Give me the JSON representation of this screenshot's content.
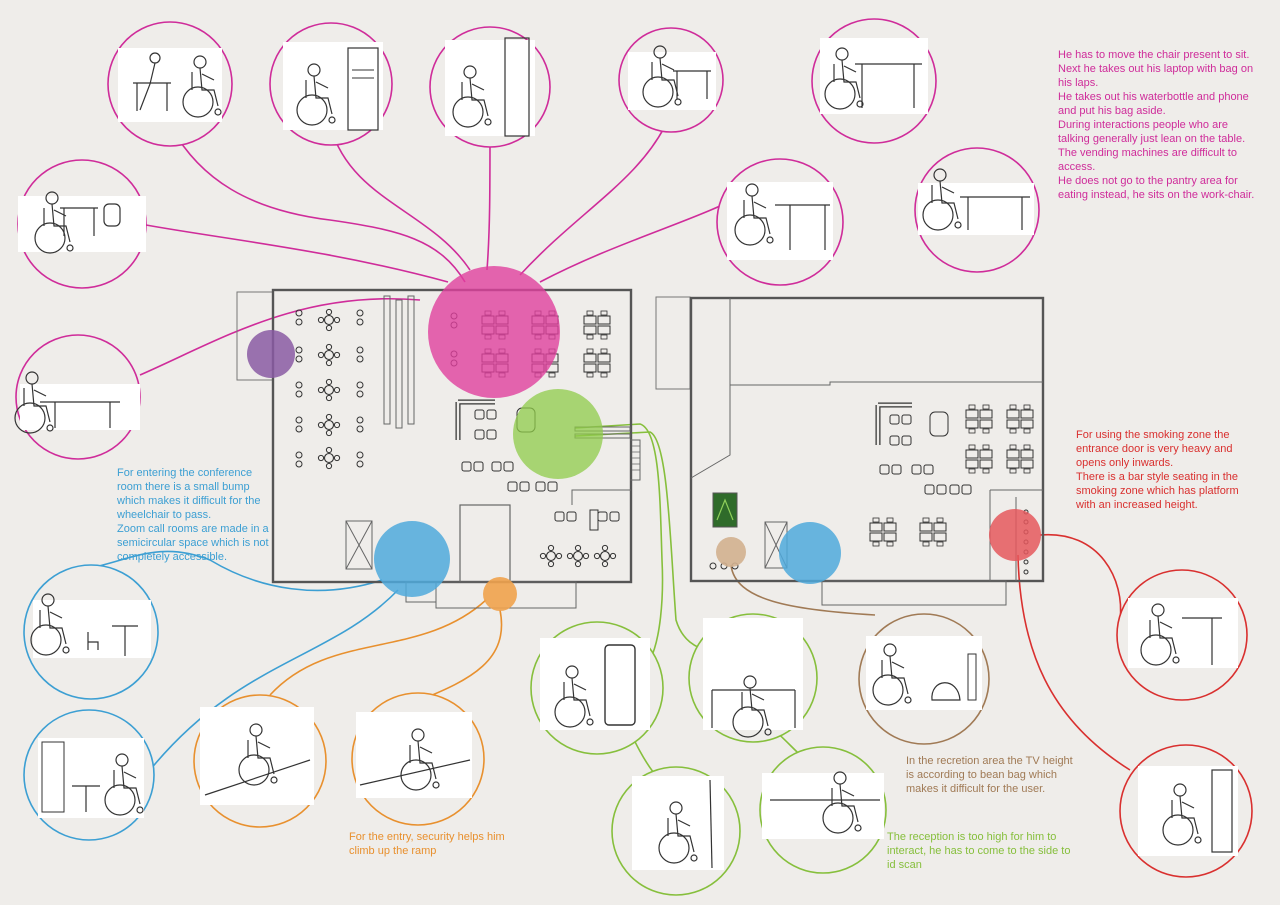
{
  "colors": {
    "magenta": "#cf2c9a",
    "magenta_fill": "#e0409e",
    "blue": "#3c9fd3",
    "blue_fill": "#4fa9dc",
    "red": "#d9302f",
    "red_fill": "#e5585d",
    "orange": "#e8902e",
    "orange_fill": "#f0a24c",
    "brown": "#a07a55",
    "brown_fill": "#d1b08f",
    "green": "#86bf3c",
    "green_fill": "#8fcb4a",
    "purple_fill": "#8a5aa3",
    "wall": "#555555",
    "paper": "#efedea"
  },
  "notes": {
    "magenta": [
      "He has to move the chair present to sit.",
      "Next he takes out his laptop with bag on his laps.",
      "He takes out his waterbottle and phone and put his bag aside.",
      "During interactions people who are talking generally just lean on the table.",
      "The vending machines are difficult to access.",
      "He does not go to the pantry area for eating instead, he sits on the work-chair."
    ],
    "blue": [
      "For entering the conference room there is a small bump which makes it difficult for the wheelchair to pass.",
      "Zoom call rooms are made in a semicircular space which is not completely accessible."
    ],
    "red": [
      "For using the smoking zone the entrance door is very heavy and opens only inwards.",
      "There is a bar style seating in the smoking zone which has platform with an increased height."
    ],
    "orange": [
      "For the entry, security helps him climb up the ramp"
    ],
    "brown": [
      "In the recretion area the TV height is according to bean bag which makes it difficult for the user."
    ],
    "green": [
      "The reception is too high for him to interact, he has to come to the side to id scan"
    ]
  }
}
